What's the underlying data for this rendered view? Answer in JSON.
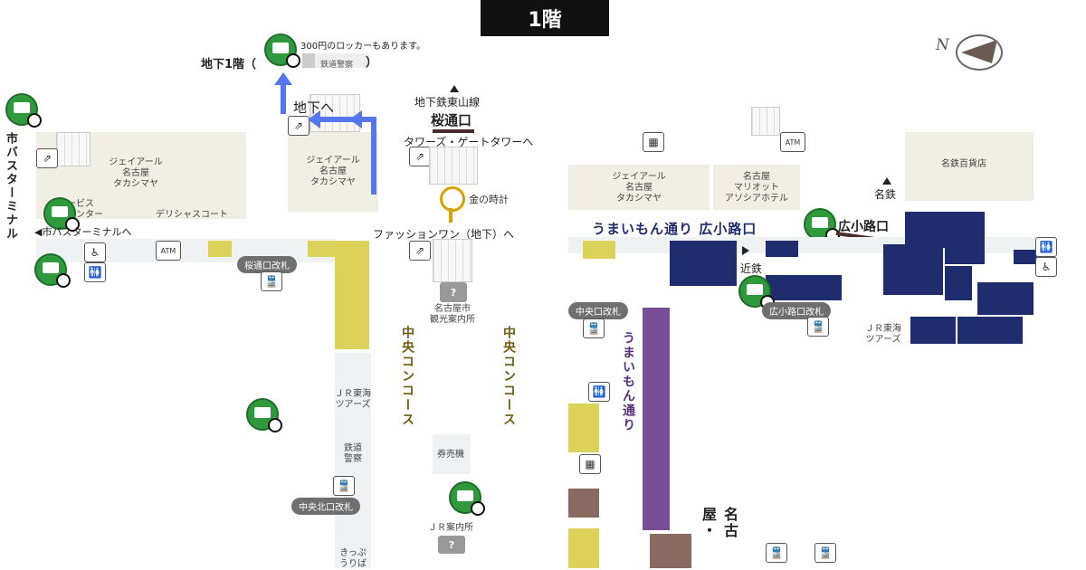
{
  "header": {
    "floor_title": "1階"
  },
  "compass": {
    "north_label": "N"
  },
  "top_left": {
    "b1_label": "地下1階（",
    "b1_close": "）",
    "locker_note": "300円のロッカーもあります。",
    "police_label": "鉄道警察",
    "to_underground": "地下へ"
  },
  "left_area": {
    "bus_terminal_vertical": "市バスターミナル",
    "service_counter": "サービス\nカウンター",
    "delicious_court": "デリシャスコート",
    "jr_takashimaya_1": "ジェイアール\n名古屋\nタカシマヤ",
    "to_bus_terminal": "◀市バスターミナルへ",
    "sakura_gate": "桜通口改札",
    "atm": "ATM"
  },
  "center_area": {
    "subway_line": "地下鉄東山線",
    "sakura_entrance": "桜通口",
    "towers": "タワーズ・ゲートタワーへ",
    "jr_takashimaya_2": "ジェイアール\n名古屋\nタカシマヤ",
    "gold_clock": "金の時計",
    "fashion_one": "ファッションワン（地下）へ",
    "tourist_info": "名古屋市\n観光案内所",
    "central_concourse": "中央コンコース",
    "jr_tours_1": "ＪＲ東海\nツアーズ",
    "rail_police": "鉄道\n警察",
    "ticket_machine": "券売機",
    "central_north_gate": "中央北口改札",
    "jr_info": "ＪＲ案内所",
    "ticket_office": "きっぷ\nうりば"
  },
  "right_area": {
    "jr_takashimaya_3": "ジェイアール\n名古屋\nタカシマヤ",
    "marriott": "名古屋\nマリオット\nアソシアホテル",
    "meitetsu_dept": "名鉄百貨店",
    "meitetsu": "名鉄",
    "umaimon_street": "うまいもん通り 広小路口",
    "hirokoji_entrance": "広小路口",
    "kintetsu": "近鉄",
    "central_gate": "中央口改札",
    "hirokoji_gate": "広小路口改札",
    "jr_tours_2": "ＪＲ東海\nツアーズ",
    "umaimon_vertical": "うまいもん通り",
    "nagoya_vertical": "名古屋・",
    "atm": "ATM"
  },
  "colors": {
    "locker_green": "#2f9a3b",
    "concourse_yellow": "#dcd25a",
    "shop_navy": "#1f2c6d",
    "shop_purple": "#7a4d99",
    "arrow_blue": "#5577ee",
    "header_black": "#111111"
  },
  "icons": [
    "locker-icon",
    "elevator-icon",
    "escalator-icon",
    "restroom-icon",
    "wheelchair-icon",
    "atm-icon",
    "train-gate-icon",
    "info-icon",
    "shopping-icon",
    "clock-icon"
  ]
}
